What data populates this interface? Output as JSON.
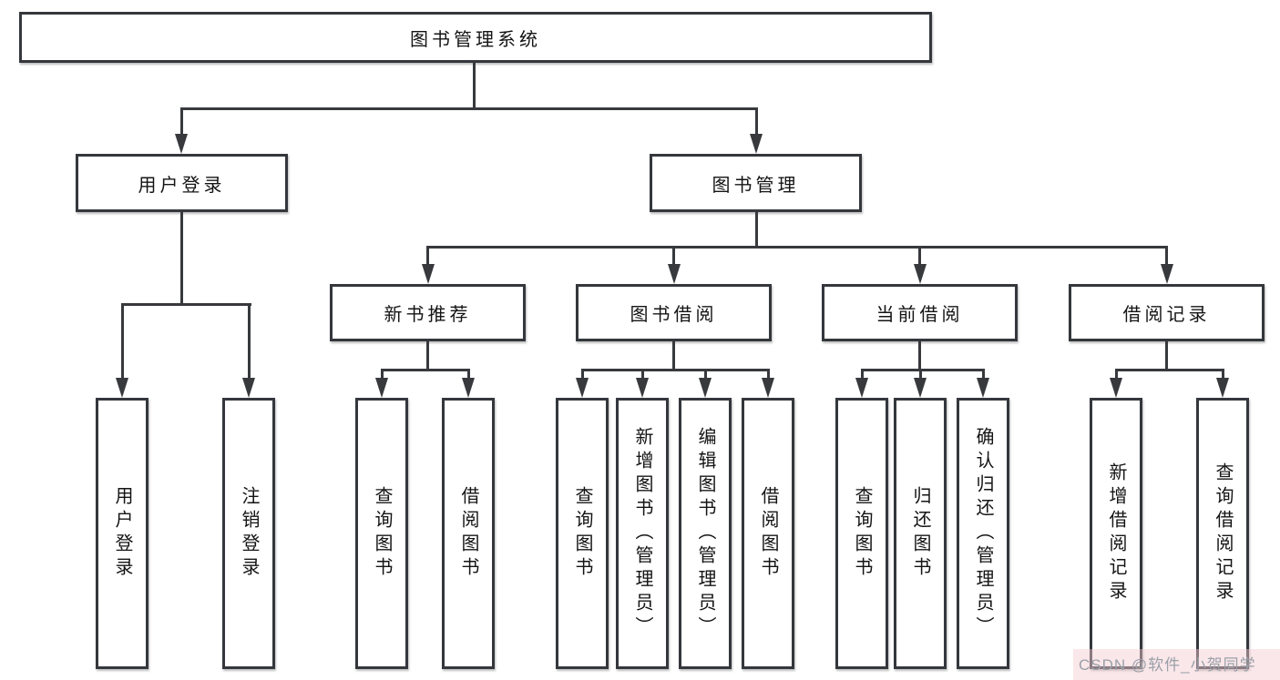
{
  "nodes": {
    "root": {
      "label": "图书管理系统"
    },
    "level2": [
      {
        "label": "用户登录"
      },
      {
        "label": "图书管理"
      }
    ],
    "level3": [
      {
        "label": "新书推荐"
      },
      {
        "label": "图书借阅"
      },
      {
        "label": "当前借阅"
      },
      {
        "label": "借阅记录"
      }
    ],
    "leaves": [
      {
        "label": "用户登录"
      },
      {
        "label": "注销登录"
      },
      {
        "label": "查询图书"
      },
      {
        "label": "借阅图书"
      },
      {
        "label": "查询图书"
      },
      {
        "label": "新增图书（管理员）"
      },
      {
        "label": "编辑图书（管理员）"
      },
      {
        "label": "借阅图书"
      },
      {
        "label": "查询图书"
      },
      {
        "label": "归还图书"
      },
      {
        "label": "确认归还（管理员）"
      },
      {
        "label": "新增借阅记录"
      },
      {
        "label": "查询借阅记录"
      }
    ]
  },
  "watermark": {
    "text": "CSDN @软件_小贺同学"
  },
  "colors": {
    "line": "#37393d",
    "box_border": "#34373c",
    "text": "#141414",
    "watermark_text": "#9aa0a8",
    "watermark_band": "#f4c9d0",
    "background": "#ffffff"
  }
}
